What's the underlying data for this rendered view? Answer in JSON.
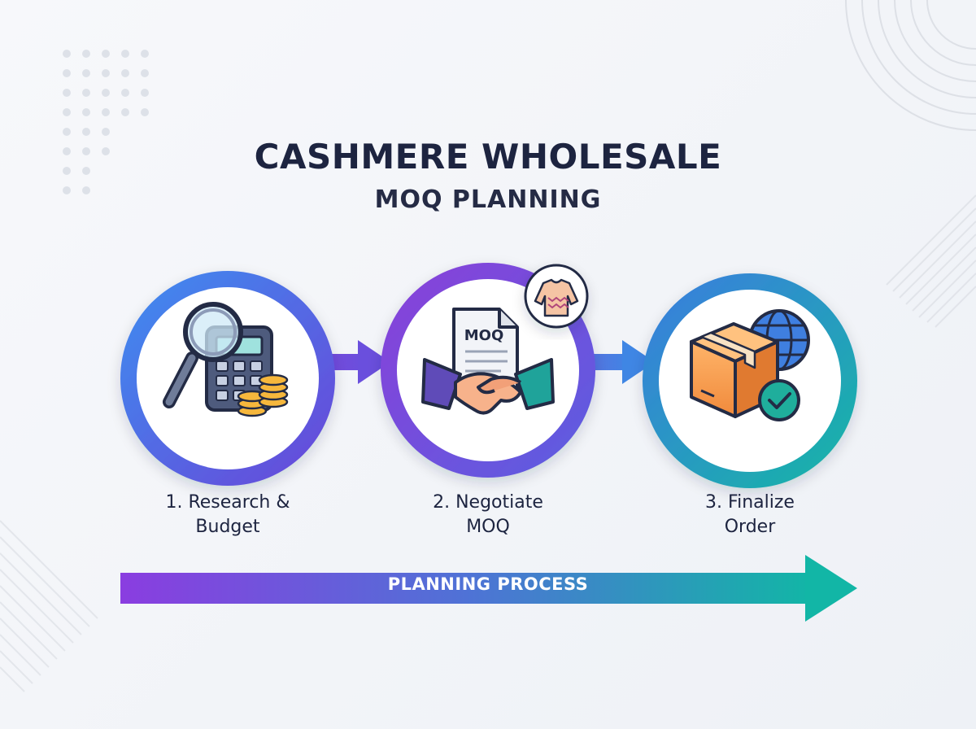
{
  "header": {
    "title": "CASHMERE WHOLESALE",
    "subtitle": "MOQ PLANNING"
  },
  "steps": [
    {
      "line1": "1. Research &",
      "line2": "Budget",
      "icon": "magnifier-calculator-coins-icon"
    },
    {
      "line1": "2. Negotiate",
      "line2": "MOQ",
      "icon": "handshake-document-icon",
      "document_text": "MOQ"
    },
    {
      "line1": "3. Finalize",
      "line2": "Order",
      "icon": "box-globe-check-icon"
    }
  ],
  "process_bar": {
    "label": "PLANNING PROCESS"
  },
  "colors": {
    "blue": "#2f7de1",
    "purple": "#7b3fd6",
    "teal": "#14b2a7",
    "dark_text": "#1d2440"
  }
}
